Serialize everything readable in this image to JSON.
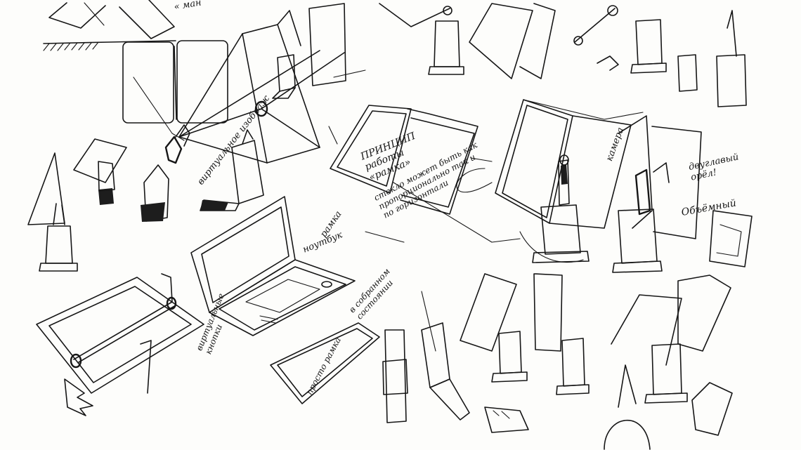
{
  "notes": {
    "top_corner": "« ман",
    "virtual_image": "виртуальное изображ",
    "principle_lines": [
      "ПРИНЦИП",
      "работы",
      "«рамка»"
    ],
    "nuance_lines": [
      "стекло может быть как",
      "пропорционально так и",
      "по горизонтали"
    ],
    "camera": "камера",
    "eagle_lines": [
      "двуглавый",
      "орёл!"
    ],
    "volumetric": "Объёмный",
    "laptop": "ноутбук",
    "frame_stack": "рамка",
    "virtual_buttons_lines": [
      "виртуальные",
      "кнопки"
    ],
    "assembled_lines": [
      "в собранном",
      "состоянии"
    ],
    "simple_frame": "просто рамка"
  }
}
